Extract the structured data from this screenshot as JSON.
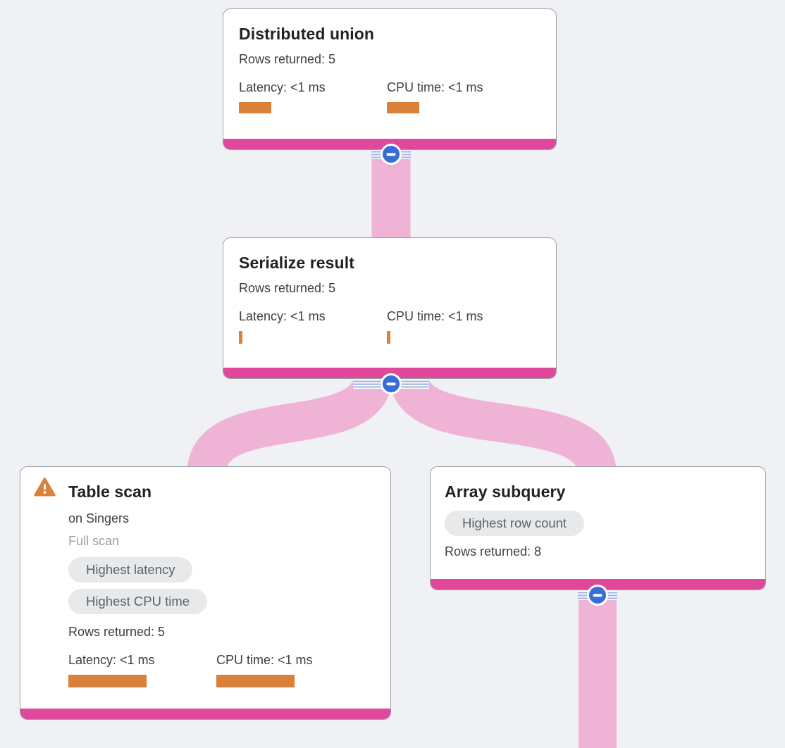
{
  "app": {
    "view": "Query execution plan graph"
  },
  "colors": {
    "background": "#f0f1f4",
    "node_footer_pink": "#e0489c",
    "edge_pink": "#efb4d5",
    "bar_orange": "#d9813a",
    "collapse_button_blue": "#3a6cd6",
    "stripe_blue": "#9db2e6",
    "badge_bg": "#e8e9eb",
    "badge_text": "#5f6368",
    "muted_text": "#9aa0a6",
    "title_text": "#202124"
  },
  "icons": {
    "collapse": "minus-in-blue-circle",
    "warning": "orange-warning-triangle"
  },
  "nodes": {
    "distributed_union": {
      "title": "Distributed union",
      "rows": "Rows returned: 5",
      "latency_label": "Latency: <1 ms",
      "cpu_label": "CPU time: <1 ms",
      "latency_bar": {
        "w": 46,
        "h": 16
      },
      "cpu_bar": {
        "w": 46,
        "h": 16
      }
    },
    "serialize_result": {
      "title": "Serialize result",
      "rows": "Rows returned: 5",
      "latency_label": "Latency: <1 ms",
      "cpu_label": "CPU time: <1 ms",
      "latency_bar": {
        "w": 5,
        "h": 18
      },
      "cpu_bar": {
        "w": 5,
        "h": 18
      }
    },
    "table_scan": {
      "title": "Table scan",
      "subtitle": "on Singers",
      "scan_type": "Full scan",
      "badges": [
        "Highest latency",
        "Highest CPU time"
      ],
      "rows": "Rows returned: 5",
      "latency_label": "Latency: <1 ms",
      "cpu_label": "CPU time: <1 ms",
      "latency_bar": {
        "w": 111,
        "h": 18
      },
      "cpu_bar": {
        "w": 111,
        "h": 18
      }
    },
    "array_subquery": {
      "title": "Array subquery",
      "badges": [
        "Highest row count"
      ],
      "rows": "Rows returned: 8"
    }
  }
}
